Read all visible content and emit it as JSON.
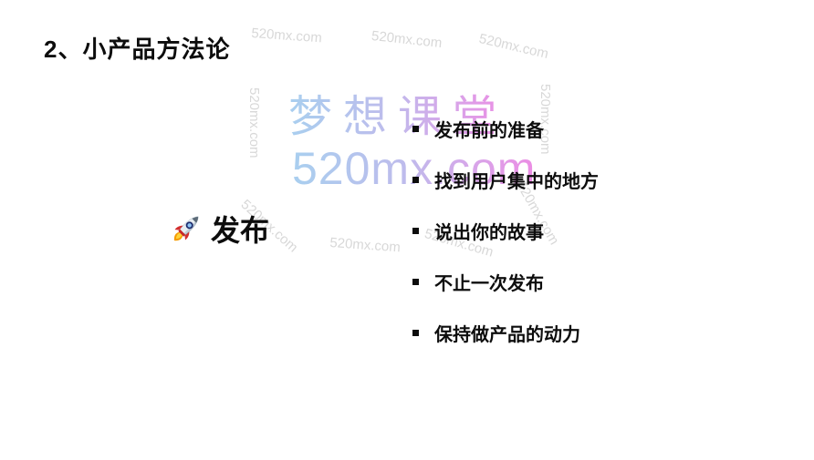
{
  "slide": {
    "title": "2、小产品方法论",
    "topic": {
      "icon": "rocket",
      "label": "发布"
    },
    "bullets": [
      "发布前的准备",
      "找到用户集中的地方",
      "说出你的故事",
      "不止一次发布",
      "保持做产品的动力"
    ]
  },
  "watermarks": {
    "brand_cn": "梦想课堂",
    "brand_url": "520mx.com",
    "gray_color": "#d8d8d8",
    "gradient_from": "#a9cfef",
    "gradient_mid": "#bdbcec",
    "gradient_to": "#ec8ce4"
  }
}
